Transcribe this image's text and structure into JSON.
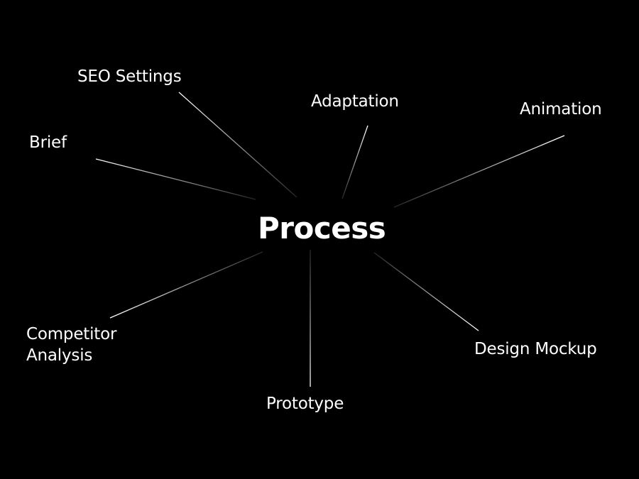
{
  "center": {
    "label": "Process"
  },
  "nodes": {
    "seo_settings": "SEO Settings",
    "adaptation": "Adaptation",
    "animation": "Animation",
    "brief": "Brief",
    "competitor_analysis": [
      "Competitor",
      "Analysis"
    ],
    "design_mockup": "Design Mockup",
    "prototype": "Prototype"
  },
  "colors": {
    "background": "#000000",
    "text": "#ffffff",
    "line": "#ffffff"
  }
}
